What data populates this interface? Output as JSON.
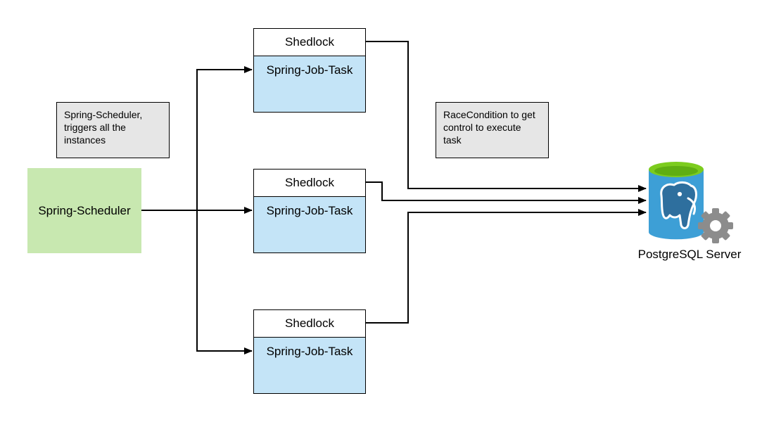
{
  "notes": {
    "scheduler_note": "Spring-Scheduler, triggers all the instances",
    "race_note": "RaceCondition to get control to execute task"
  },
  "scheduler": {
    "label": "Spring-Scheduler"
  },
  "jobs": [
    {
      "lock_label": "Shedlock",
      "task_label": "Spring-Job-Task"
    },
    {
      "lock_label": "Shedlock",
      "task_label": "Spring-Job-Task"
    },
    {
      "lock_label": "Shedlock",
      "task_label": "Spring-Job-Task"
    }
  ],
  "database": {
    "label": "PostgreSQL Server",
    "icon": "postgresql-elephant-icon",
    "colors": {
      "cylinder": "#3d9fd6",
      "top": "#7ccc1e",
      "gear": "#8c8c8c"
    }
  },
  "colors": {
    "scheduler_fill": "#c8e8b0",
    "job_fill": "#c4e4f7",
    "note_fill": "#e6e6e6"
  }
}
